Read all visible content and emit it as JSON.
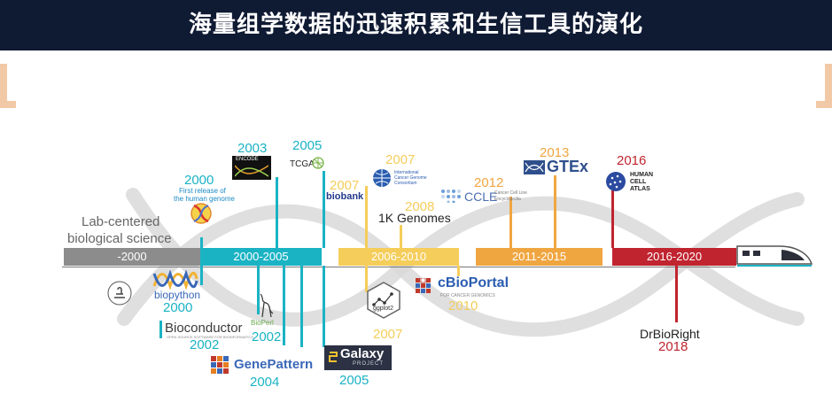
{
  "header": {
    "title": "海量组学数据的迅速积累和生信工具的演化"
  },
  "colors": {
    "header_bg": "#0f1a33",
    "gray": "#8c8c8c",
    "teal": "#1ab3c4",
    "yellow": "#f5cd5a",
    "orange": "#f0a640",
    "red": "#c0242f",
    "helix": "#d9d9d9"
  },
  "periods": [
    {
      "label": "-2000"
    },
    {
      "label": "2000-2005"
    },
    {
      "label": "2006-2010"
    },
    {
      "label": "2011-2015"
    },
    {
      "label": "2016-2020"
    }
  ],
  "left_text": {
    "line1": "Lab-centered",
    "line2": "biological science"
  },
  "above": {
    "hgp": {
      "year": "2000",
      "line1": "First release of",
      "line2": "the human genome"
    },
    "encode": {
      "year": "2003",
      "logo": "ENCODE"
    },
    "tcga": {
      "year": "2005",
      "logo": "TCGA"
    },
    "biobank": {
      "year": "2007",
      "logo": "biobank"
    },
    "icgc": {
      "year": "2007",
      "line1": "International",
      "line2": "Cancer Genome",
      "line3": "Consortium"
    },
    "kgenomes": {
      "year": "2008",
      "label": "1K Genomes"
    },
    "ccle": {
      "year": "2012",
      "logo": "CCLE",
      "sub1": "Cancer Cell Line",
      "sub2": "Encyclopedia"
    },
    "gtex": {
      "year": "2013",
      "logo": "GTEx"
    },
    "hca": {
      "year": "2016",
      "line1": "HUMAN",
      "line2": "CELL",
      "line3": "ATLAS"
    }
  },
  "below": {
    "biopython": {
      "logo": "biopython",
      "year": "2000"
    },
    "bioconductor": {
      "logo": "Bioconductor",
      "sub": "OPEN SOURCE SOFTWARE FOR BIOINFORMATICS",
      "year": "2002"
    },
    "bioperl": {
      "logo": "BioPerl",
      "year": "2002"
    },
    "genepattern": {
      "logo": "GenePattern",
      "year": "2004"
    },
    "galaxy": {
      "logo": "Galaxy",
      "sub": "PROJECT",
      "year": "2005"
    },
    "ggplot2": {
      "logo": "ggplot2",
      "year": "2007"
    },
    "cbioportal": {
      "logo": "cBioPortal",
      "sub": "FOR CANCER GENOMICS",
      "year": "2010"
    },
    "drbioright": {
      "label": "DrBioRight",
      "year": "2018"
    }
  }
}
